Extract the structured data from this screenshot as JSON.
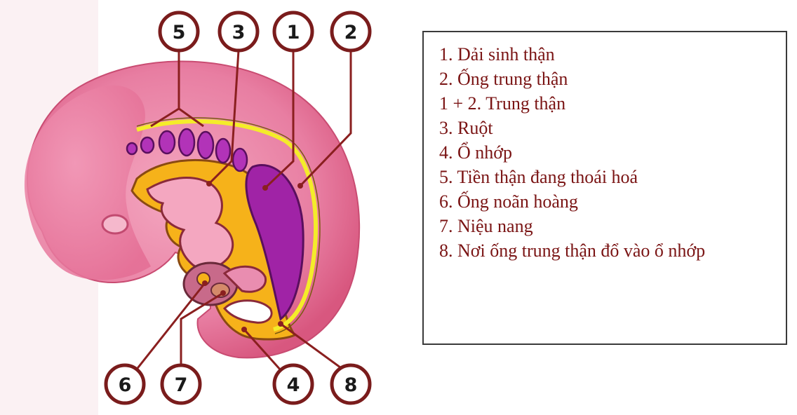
{
  "diagram": {
    "markers": [
      "5",
      "3",
      "1",
      "2",
      "6",
      "7",
      "4",
      "8"
    ]
  },
  "legend": {
    "items": [
      "1. Dải sinh thận",
      "2. Ống trung thận",
      "1 + 2. Trung thận",
      "3. Ruột",
      "4. Ổ nhớp",
      "5. Tiền thận đang thoái hoá",
      "6. Ống noãn hoàng",
      "7. Niệu nang",
      "8. Nơi ống trung thận đổ vào ổ nhớp"
    ]
  },
  "colors": {
    "embryo_pink": "#e87ea2",
    "embryo_dark_pink": "#d8577f",
    "gut_yellow": "#f6b21a",
    "mesonephros_purple": "#a023a6",
    "duct_yellow": "#f4ec2a",
    "marker_ring": "#7a1c1c",
    "leader_line": "#8a1f1f",
    "legend_text": "#7a1414"
  }
}
